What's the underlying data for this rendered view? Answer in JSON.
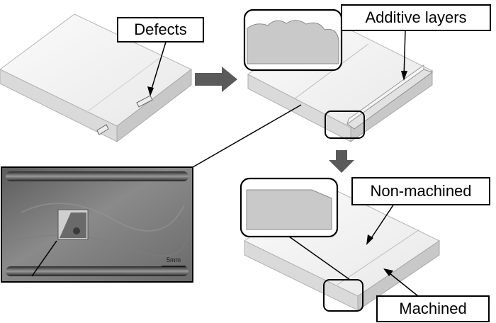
{
  "labels": {
    "defects": "Defects",
    "additive_layers": "Additive layers",
    "non_machined": "Non-machined",
    "machined": "Machined"
  },
  "photo": {
    "scale_bar_text": "5mm"
  },
  "colors": {
    "arrow": "#5a5a5a",
    "plate_top": "#f4f4f4",
    "plate_side": "#d9d9d9",
    "photo_bg": "#6e6e6e",
    "inset_fill": "#c9c9c9"
  }
}
